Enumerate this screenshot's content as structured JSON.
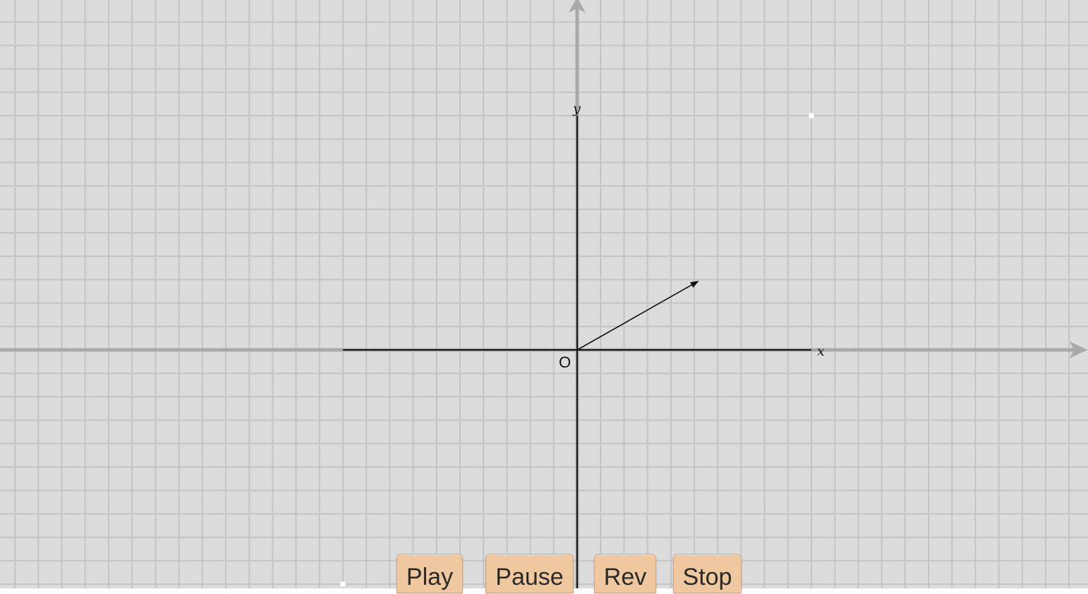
{
  "scene": {
    "grid_spacing": 33.2,
    "origin_label": "O",
    "x_axis_label": "x",
    "y_axis_label": "y",
    "vector": {
      "dx": 5.2,
      "dy": 2.95
    },
    "points": [
      {
        "x": 10,
        "y": 10
      },
      {
        "x": -10,
        "y": -10
      }
    ],
    "colors": {
      "background": "#dcdcdc",
      "grid_line": "#c4c4c4",
      "outer_axis": "#a9a9a9",
      "math_axis": "#111111",
      "button_fill": "#f0c8a0"
    }
  },
  "controls": {
    "play_label": "Play",
    "pause_label": "Pause",
    "rev_label": "Rev",
    "stop_label": "Stop"
  }
}
